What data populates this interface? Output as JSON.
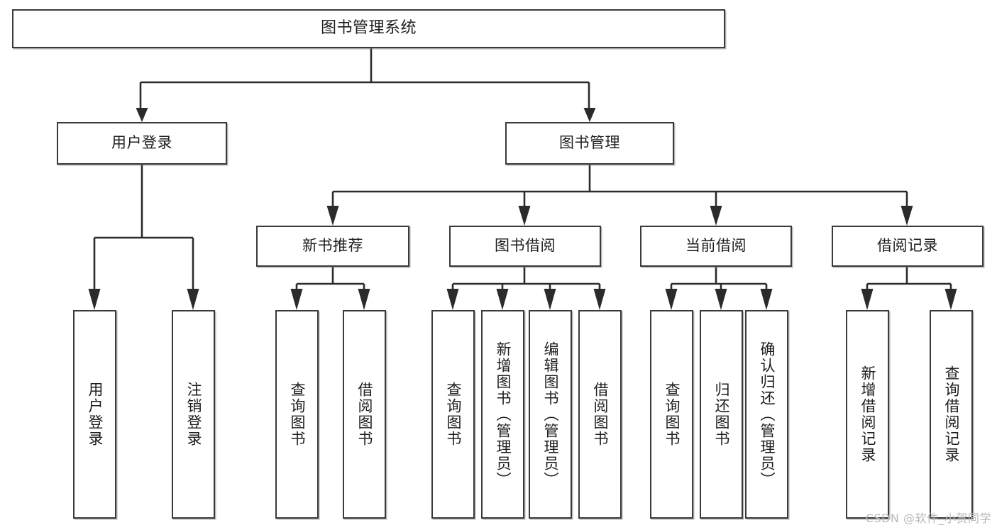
{
  "diagram": {
    "type": "tree",
    "title": "图书管理系统",
    "watermark": "CSDN @软件_小贺同学",
    "colors": {
      "box_border": "#3a3a3a",
      "box_fill": "#ffffff",
      "line": "#2b2b2b",
      "text": "#1d1d1d",
      "watermark": "#b9b9b9"
    },
    "levels": {
      "root": "图书管理系统",
      "level2": [
        "用户登录",
        "图书管理"
      ],
      "level3": [
        "新书推荐",
        "图书借阅",
        "当前借阅",
        "借阅记录"
      ]
    }
  },
  "nodes": {
    "root": {
      "label": "图书管理系统"
    },
    "user_login": {
      "label": "用户登录"
    },
    "book_manage": {
      "label": "图书管理"
    },
    "new_book_rec": {
      "label": "新书推荐"
    },
    "book_borrow": {
      "label": "图书借阅"
    },
    "current_borrow": {
      "label": "当前借阅"
    },
    "borrow_record": {
      "label": "借阅记录"
    }
  },
  "leaves": {
    "user_login": [
      {
        "label": "用户登录"
      },
      {
        "label": "注销登录"
      }
    ],
    "new_book_rec": [
      {
        "label": "查询图书"
      },
      {
        "label": "借阅图书"
      }
    ],
    "book_borrow": [
      {
        "label": "查询图书"
      },
      {
        "label": "新增图书（管理员）"
      },
      {
        "label": "编辑图书（管理员）"
      },
      {
        "label": "借阅图书"
      }
    ],
    "current_borrow": [
      {
        "label": "查询图书"
      },
      {
        "label": "归还图书"
      },
      {
        "label": "确认归还（管理员）"
      }
    ],
    "borrow_record": [
      {
        "label": "新增借阅记录"
      },
      {
        "label": "查询借阅记录"
      }
    ]
  }
}
